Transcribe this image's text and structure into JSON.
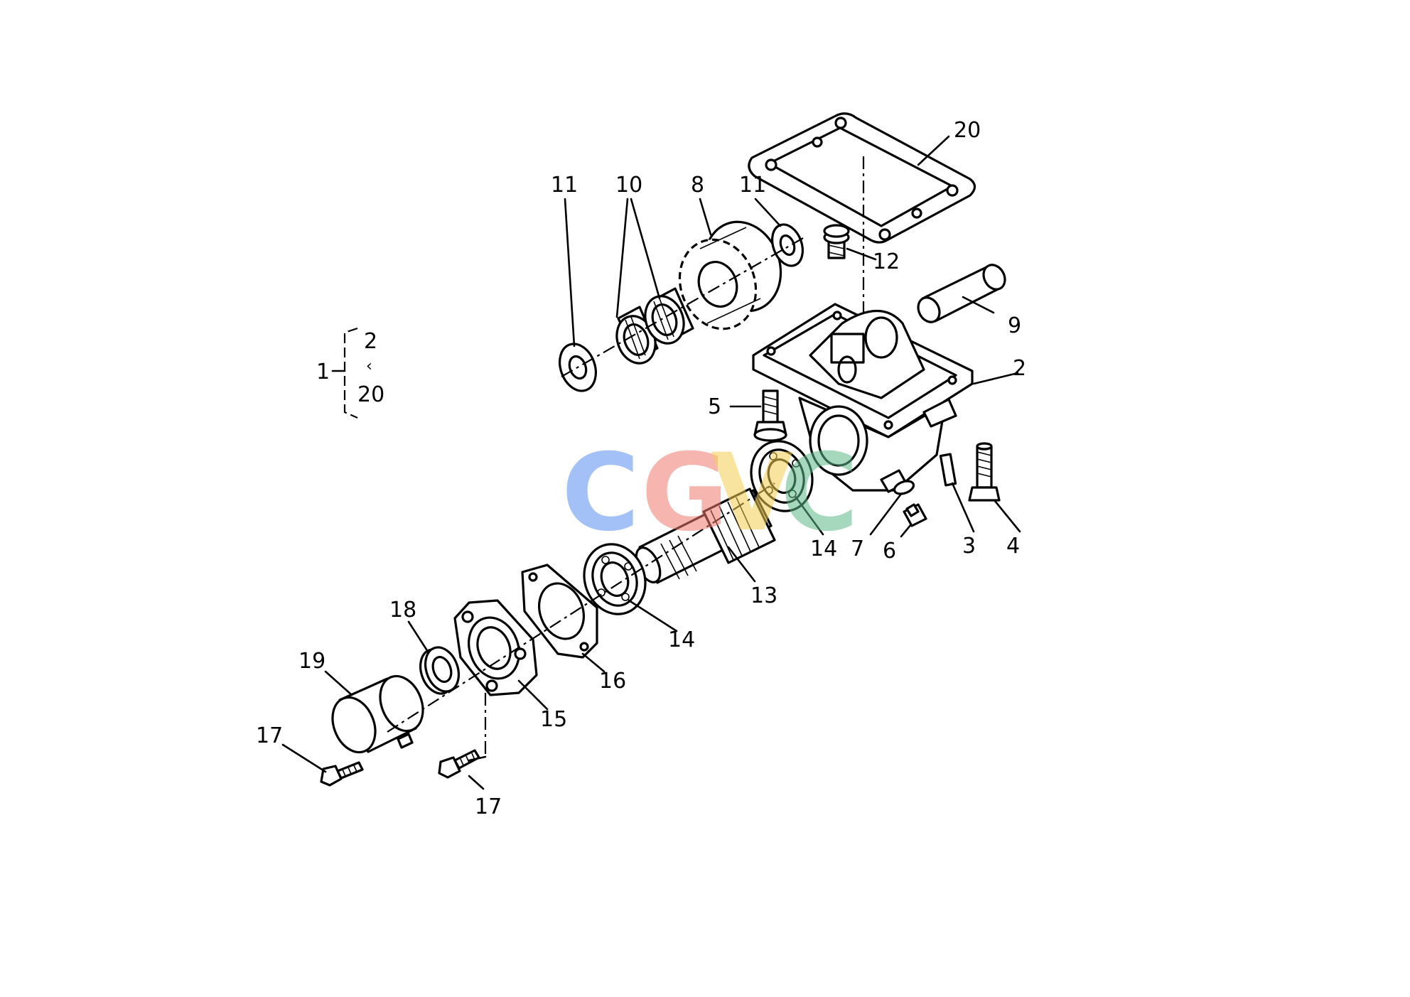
{
  "callouts": [
    {
      "id": "c20",
      "text": "20"
    },
    {
      "id": "c11a",
      "text": "11"
    },
    {
      "id": "c10",
      "text": "10"
    },
    {
      "id": "c8",
      "text": "8"
    },
    {
      "id": "c11b",
      "text": "11"
    },
    {
      "id": "c12",
      "text": "12"
    },
    {
      "id": "c9",
      "text": "9"
    },
    {
      "id": "c2",
      "text": "2"
    },
    {
      "id": "c5",
      "text": "5"
    },
    {
      "id": "c14a",
      "text": "14"
    },
    {
      "id": "c7",
      "text": "7"
    },
    {
      "id": "c6",
      "text": "6"
    },
    {
      "id": "c3",
      "text": "3"
    },
    {
      "id": "c4",
      "text": "4"
    },
    {
      "id": "c13",
      "text": "13"
    },
    {
      "id": "c14b",
      "text": "14"
    },
    {
      "id": "c16",
      "text": "16"
    },
    {
      "id": "c15",
      "text": "15"
    },
    {
      "id": "c18",
      "text": "18"
    },
    {
      "id": "c19",
      "text": "19"
    },
    {
      "id": "c17a",
      "text": "17"
    },
    {
      "id": "c17b",
      "text": "17"
    }
  ],
  "assembly_bracket": {
    "assembly": "1",
    "range_from": "2",
    "range_sep": "‹",
    "range_to": "20"
  },
  "watermark": {
    "letters": [
      {
        "text": "C",
        "color": "#5b8ff2"
      },
      {
        "text": "G",
        "color": "#ef7a6d"
      },
      {
        "text": "V",
        "color": "#f5cf52"
      },
      {
        "text": "C",
        "color": "#5fb98a"
      }
    ]
  }
}
